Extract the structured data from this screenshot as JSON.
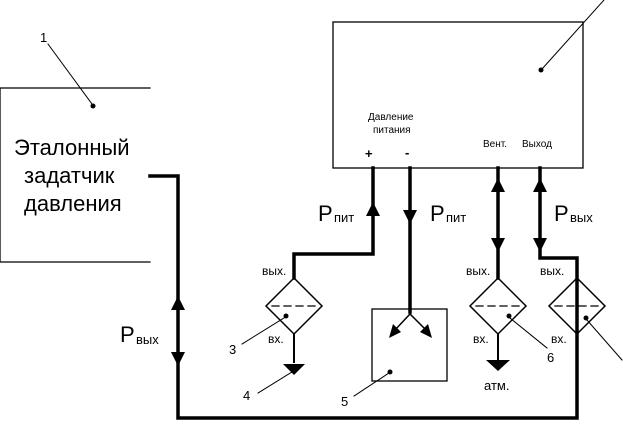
{
  "callouts": {
    "n1": "1",
    "n3": "3",
    "n4": "4",
    "n5": "5",
    "n6": "6"
  },
  "reference_setter": {
    "line1": "Эталонный",
    "line2": "задатчик",
    "line3": "давления"
  },
  "device": {
    "supply_label_line1": "Давление",
    "supply_label_line2": "питания",
    "plus": "+",
    "minus": "-",
    "vent": "Вент.",
    "output": "Выход"
  },
  "flows": {
    "p_letter": "P",
    "pit_sub": "пит",
    "vyh_sub": "вых"
  },
  "filters": {
    "out_label": "вых.",
    "in_label": "вх.",
    "atm": "атм."
  }
}
